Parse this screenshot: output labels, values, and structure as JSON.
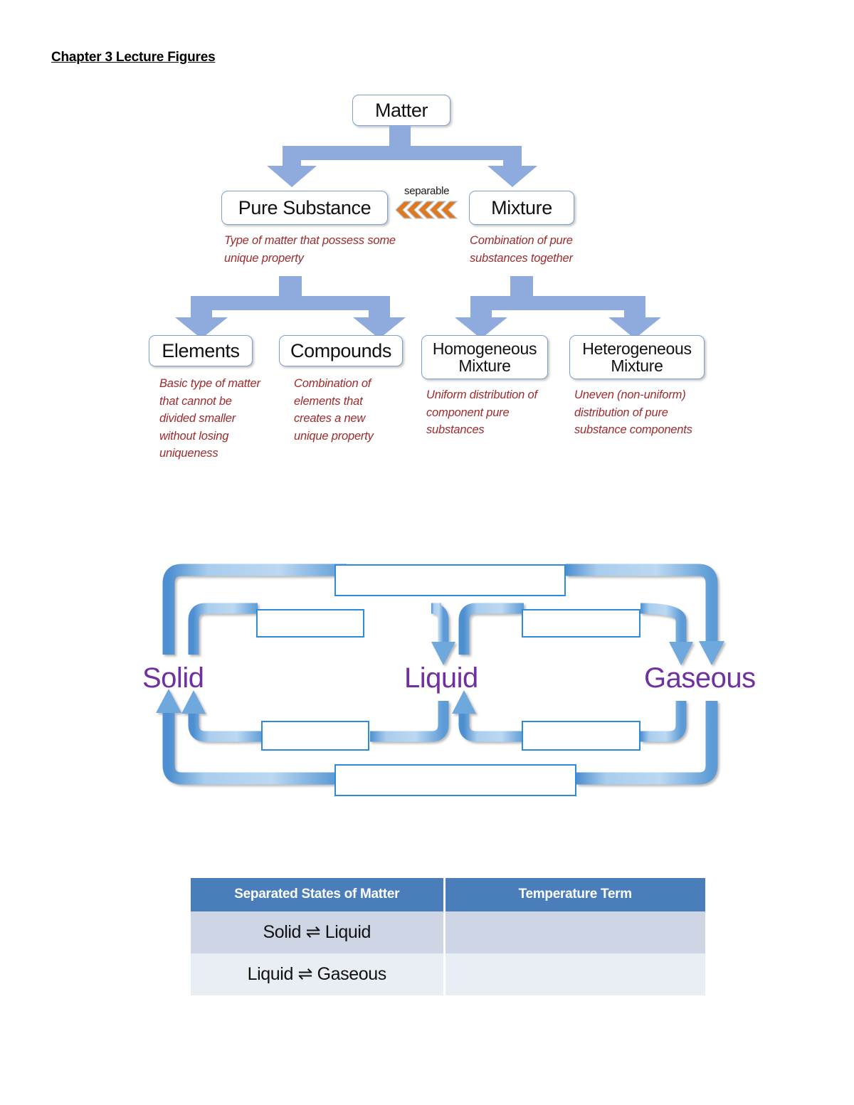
{
  "document": {
    "title": "Chapter 3 Lecture Figures"
  },
  "classification_chart": {
    "nodes": {
      "matter": "Matter",
      "pure_substance": "Pure Substance",
      "mixture": "Mixture",
      "elements": "Elements",
      "compounds": "Compounds",
      "homogeneous_mixture_line1": "Homogeneous",
      "homogeneous_mixture_line2": "Mixture",
      "heterogeneous_mixture_line1": "Heterogeneous",
      "heterogeneous_mixture_line2": "Mixture"
    },
    "connector_label": "separable",
    "annotations": {
      "pure_substance": "Type of matter that possess some unique property",
      "mixture": "Combination of pure substances together",
      "elements": "Basic type of matter that cannot be divided smaller without losing uniqueness",
      "compounds": "Combination of elements that creates a new unique property",
      "homogeneous": "Uniform distribution of component pure substances",
      "heterogeneous": "Uneven (non-uniform) distribution of pure substance components"
    },
    "colors": {
      "box_border": "#7ba2d0",
      "arrow_fill": "#8faadc",
      "annotation_text": "#9e2a2b",
      "chevron_fill": "#e0781e"
    }
  },
  "phase_diagram": {
    "states": {
      "solid": "Solid",
      "liquid": "Liquid",
      "gaseous": "Gaseous"
    },
    "blank_boxes": [
      {
        "id": "solid-to-gaseous-top",
        "value": ""
      },
      {
        "id": "solid-to-liquid",
        "value": ""
      },
      {
        "id": "liquid-to-gaseous",
        "value": ""
      },
      {
        "id": "liquid-to-solid",
        "value": ""
      },
      {
        "id": "gaseous-to-liquid",
        "value": ""
      },
      {
        "id": "gaseous-to-solid-bottom",
        "value": ""
      }
    ],
    "colors": {
      "state_text": "#7030a0",
      "arrow_fill": "#9dc3e6",
      "box_border": "#2f8ad8"
    }
  },
  "table": {
    "headers": [
      "Separated States of Matter",
      "Temperature Term"
    ],
    "rows": [
      {
        "states": "Solid ⇌ Liquid",
        "temperature_term": ""
      },
      {
        "states": "Liquid ⇌ Gaseous",
        "temperature_term": ""
      }
    ],
    "colors": {
      "header_bg": "#4a7ebb",
      "header_text": "#ffffff",
      "row_a_bg": "#ced5e4",
      "row_b_bg": "#e9eef5"
    }
  }
}
